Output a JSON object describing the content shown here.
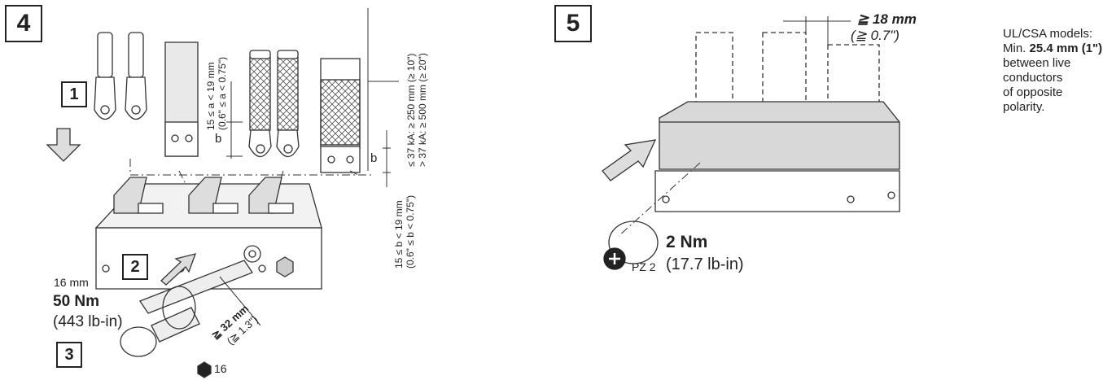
{
  "step4": {
    "number": "4",
    "sub1": "1",
    "sub2": "2",
    "sub3": "3",
    "b1": "b",
    "b2": "b",
    "dim_a_mm": "15 ≤ a < 19 mm",
    "dim_a_in": "(0.6\" ≤ a < 0.75\")",
    "dim_kA_low": "≤ 37 kA: ≥ 250 mm (≥ 10\")",
    "dim_kA_high": "> 37 kA: ≥ 500 mm (≥ 20\")",
    "dim_b_mm": "15 ≤ b < 19 mm",
    "dim_b_in": "(0.6\" ≤ b < 0.75\")",
    "wrench_size": "16 mm",
    "torque": "50 Nm",
    "torque_imperial": "(443 lb-in)",
    "depth_mm": "≧ 32 mm",
    "depth_in": "(≧ 1.3\")",
    "hex_size": "16"
  },
  "step5": {
    "number": "5",
    "gap_mm": "≧ 18 mm",
    "gap_in": "(≧ 0.7\")",
    "ul_line1": "UL/CSA models:",
    "ul_line2_prefix": "Min. ",
    "ul_line2_bold": "25.4 mm (1\")",
    "ul_line3": "between live conductors",
    "ul_line4": "of opposite polarity.",
    "torque": "2 Nm",
    "driver": "PZ 2",
    "torque_imperial": "(17.7 lb-in)"
  }
}
